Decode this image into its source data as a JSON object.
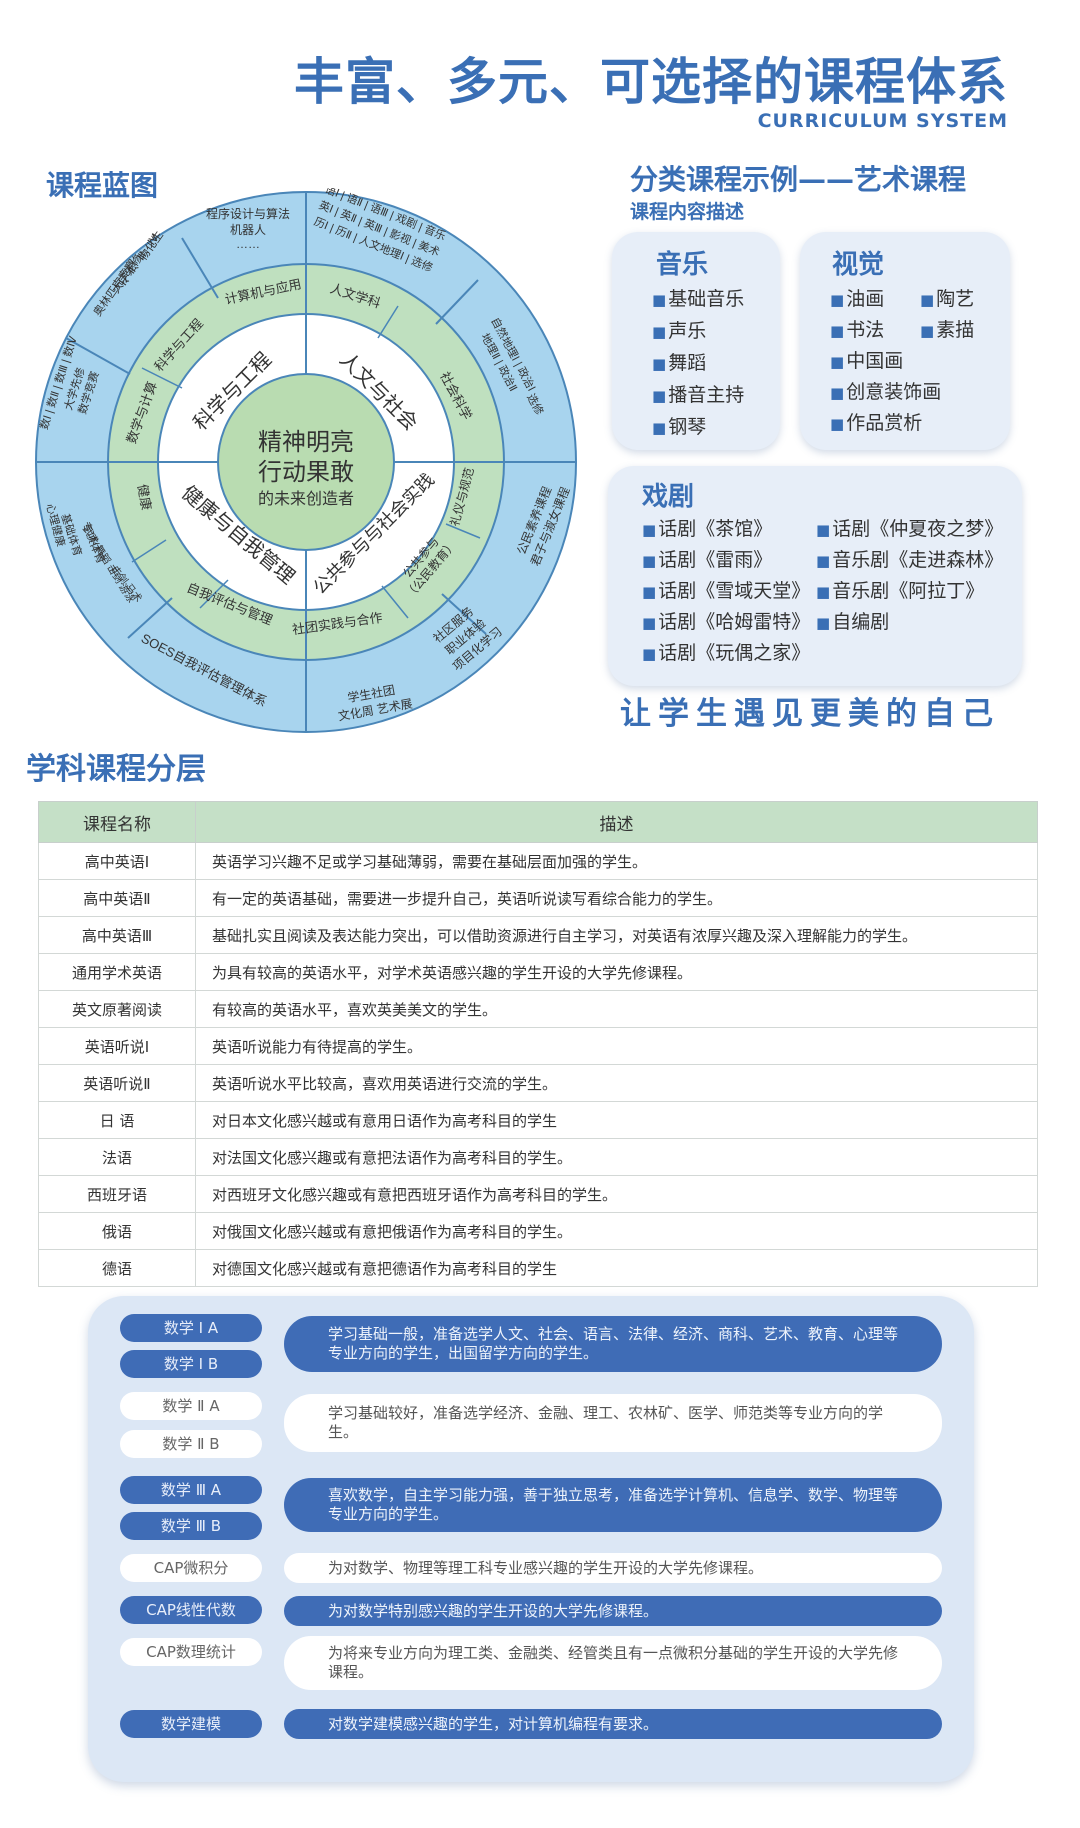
{
  "header": {
    "title": "丰富、多元、可选择的课程体系",
    "subtitle": "CURRICULUM SYSTEM"
  },
  "blueprint": {
    "heading": "课程蓝图",
    "center": [
      "精神明亮",
      "行动果敢",
      "的未来创造者"
    ],
    "domains": [
      "科学与工程",
      "人文与社会",
      "健康与自我管理",
      "公共参与与社会实践"
    ],
    "middle_ring": [
      "计算机与应用",
      "人文学科",
      "社会科学",
      "礼仪与规范",
      "公共参与",
      "（公民教育）",
      "社团实践与合作",
      "自我评估与管理",
      "健康",
      "数学与计算",
      "科学与工程"
    ],
    "outer_ring": {
      "programming": [
        "程序设计与算法",
        "机器人",
        "……"
      ],
      "science": [
        "物化生",
        "Ⅰ、Ⅱ、Ⅲ、Ⅳ",
        "大学先修",
        "奥林匹克竞赛"
      ],
      "math": [
        "数Ⅰ | 数Ⅱ | 数Ⅲ | 数Ⅳ",
        "大学先修",
        "数学竞赛"
      ],
      "language": [
        "语Ⅰ | 语Ⅱ | 语Ⅲ | 戏剧 | 音乐",
        "英Ⅰ | 英Ⅱ | 英Ⅲ | 影视 | 美术",
        "历Ⅰ | 历Ⅱ | 人文地理Ⅰ | 选修"
      ],
      "social": [
        "自然地理Ⅰ | 政治Ⅰ",
        "地理Ⅱ | 政治Ⅱ",
        "选修"
      ],
      "citizen": [
        "公民素养课程",
        "君子与淑女课程"
      ],
      "community": [
        "社区服务",
        "职业体验",
        "项目化学习"
      ],
      "clubs": [
        "学生社团",
        "文化周 艺术展"
      ],
      "soes": "SOES自我评估管理体系",
      "health": [
        "心理健康",
        "基础体育",
        "专项体育",
        "武术 舞蹈 击剑 游泳",
        "击剑 马术"
      ]
    }
  },
  "art": {
    "heading": "分类课程示例——艺术课程",
    "subheading": "课程内容描述",
    "music": {
      "title": "音乐",
      "items": [
        "基础音乐",
        "声乐",
        "舞蹈",
        "播音主持",
        "钢琴"
      ]
    },
    "visual": {
      "title": "视觉",
      "items": [
        "油画",
        "陶艺",
        "书法",
        "素描",
        "中国画",
        "创意装饰画",
        "作品赏析"
      ]
    },
    "drama": {
      "title": "戏剧",
      "items": [
        "话剧《茶馆》",
        "话剧《仲夏夜之梦》",
        "话剧《雷雨》",
        "音乐剧《走进森林》",
        "话剧《雪域天堂》",
        "音乐剧《阿拉丁》",
        "话剧《哈姆雷特》",
        "自编剧",
        "话剧《玩偶之家》"
      ]
    },
    "slogan": "让学生遇见更美的自己"
  },
  "layers": {
    "heading": "学科课程分层",
    "columns": [
      "课程名称",
      "描述"
    ],
    "rows": [
      {
        "name": "高中英语Ⅰ",
        "desc": "英语学习兴趣不足或学习基础薄弱，需要在基础层面加强的学生。"
      },
      {
        "name": "高中英语Ⅱ",
        "desc": "有一定的英语基础，需要进一步提升自己，英语听说读写看综合能力的学生。"
      },
      {
        "name": "高中英语Ⅲ",
        "desc": "基础扎实且阅读及表达能力突出，可以借助资源进行自主学习，对英语有浓厚兴趣及深入理解能力的学生。"
      },
      {
        "name": "通用学术英语",
        "desc": "为具有较高的英语水平，对学术英语感兴趣的学生开设的大学先修课程。"
      },
      {
        "name": "英文原著阅读",
        "desc": "有较高的英语水平，喜欢英美美文的学生。"
      },
      {
        "name": "英语听说Ⅰ",
        "desc": "英语听说能力有待提高的学生。"
      },
      {
        "name": "英语听说Ⅱ",
        "desc": "英语听说水平比较高，喜欢用英语进行交流的学生。"
      },
      {
        "name": "日 语",
        "desc": "对日本文化感兴越或有意用日语作为高考科目的学生"
      },
      {
        "name": "法语",
        "desc": "对法国文化感兴趣或有意把法语作为高考科目的学生。"
      },
      {
        "name": "西班牙语",
        "desc": "对西班牙文化感兴趣或有意把西班牙语作为高考科目的学生。"
      },
      {
        "name": "俄语",
        "desc": "对俄国文化感兴越或有意把俄语作为高考科目的学生。"
      },
      {
        "name": "德语",
        "desc": "对德国文化感兴越或有意把德语作为高考科目的学生"
      }
    ]
  },
  "math": {
    "labels": [
      "数学 Ⅰ A",
      "数学 Ⅰ B",
      "数学 Ⅱ A",
      "数学 Ⅱ B",
      "数学 Ⅲ A",
      "数学 Ⅲ B",
      "CAP微积分",
      "CAP线性代数",
      "CAP数理统计",
      "数学建模"
    ],
    "descs": [
      "学习基础一般，准备选学人文、社会、语言、法律、经济、商科、艺术、教育、心理等专业方向的学生，出国留学方向的学生。",
      "学习基础较好，准备选学经济、金融、理工、农林矿、医学、师范类等专业方向的学生。",
      "喜欢数学，自主学习能力强，善于独立思考，准备选学计算机、信息学、数学、物理等专业方向的学生。",
      "为对数学、物理等理工科专业感兴趣的学生开设的大学先修课程。",
      "为对数学特别感兴趣的学生开设的大学先修课程。",
      "为将来专业方向为理工类、金融类、经管类且有一点微积分基础的学生开设的大学先修课程。",
      "对数学建模感兴趣的学生，对计算机编程有要求。"
    ]
  },
  "colors": {
    "brand_blue": "#3a6fb5",
    "ring_outer": "#a8d4ee",
    "ring_middle": "#bfe0bf",
    "ring_center": "#b9dcb1"
  }
}
